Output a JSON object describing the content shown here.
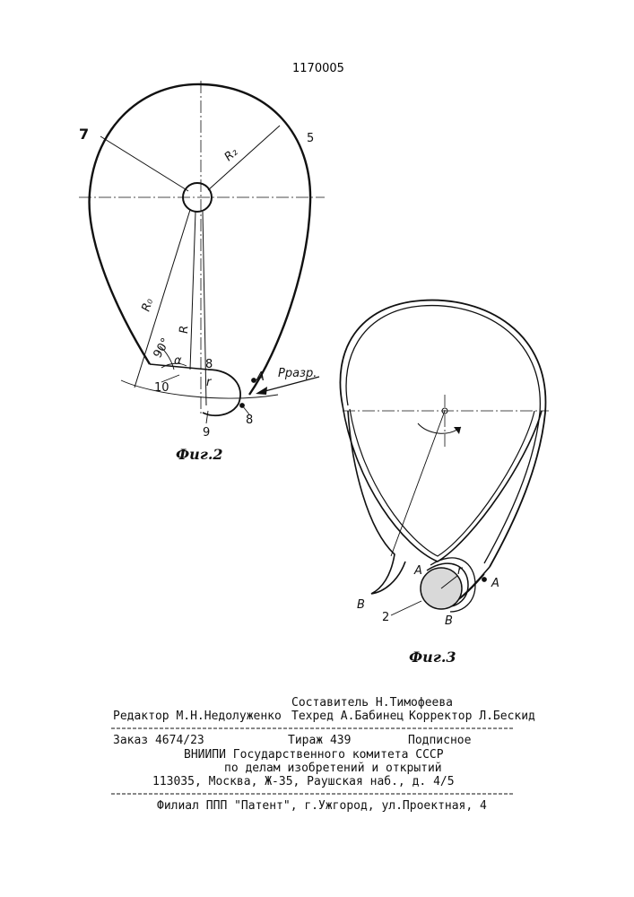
{
  "patent_number": "1170005",
  "figure2": {
    "caption": "Фиг.2",
    "labels": {
      "l7": "7",
      "l5": "5",
      "r2": "R₂",
      "r0": "R₀",
      "r": "R",
      "angle90": "90°",
      "alpha": "α",
      "l8a": "8",
      "l10": "10",
      "rsmall": "r",
      "lA": "A",
      "pforce": "Pразр.",
      "l8b": "8",
      "l9": "9"
    }
  },
  "figure3": {
    "caption": "Фиг.3",
    "labels": {
      "lA1": "A",
      "lr": "r",
      "lA2": "A",
      "lB1": "B",
      "l2": "2",
      "lB2": "B"
    }
  },
  "imprint": {
    "compiler": "Составитель Н.Тимофеева",
    "editor_line": "Редактор  М.Н.Недолуженко",
    "techred": "Техред А.Бабинец",
    "corrector": "Корректор Л.Бескид",
    "order_line": "Заказ 4674/23",
    "circulation": "Тираж 439",
    "subscription": "Подписное",
    "org1": "ВНИИПИ Государственного комитета СССР",
    "org2": "по делам изобретений и открытий",
    "address": "113035, Москва, Ж-35, Раушская наб., д. 4/5",
    "branch": "Филиал ППП \"Патент\", г.Ужгород, ул.Проектная, 4"
  }
}
